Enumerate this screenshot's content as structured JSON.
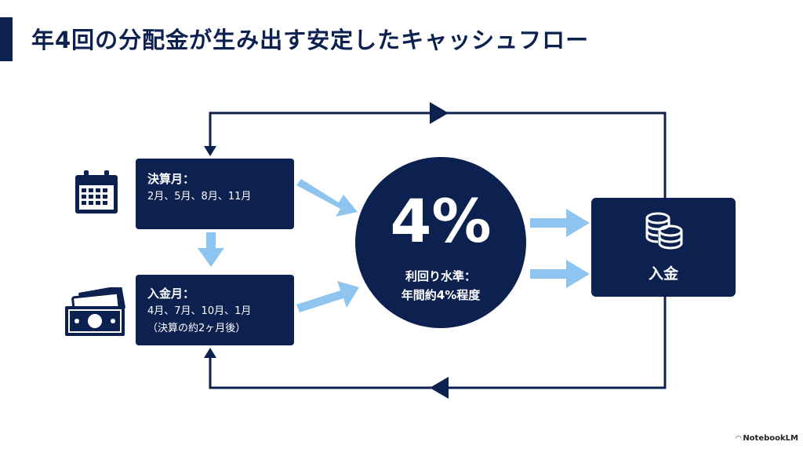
{
  "title": "年4回の分配金が生み出す安定したキャッシュフロー",
  "settlement": {
    "heading": "決算月：",
    "months": "2月、5月、8月、11月"
  },
  "payment": {
    "heading": "入金月：",
    "months": "4月、7月、10月、1月",
    "note": "（決算の約2ヶ月後）"
  },
  "yield": {
    "percent": "4%",
    "caption_line1": "利回り水準：",
    "caption_line2": "年間約4%程度"
  },
  "income": {
    "label": "入金"
  },
  "icons": {
    "calendar": "calendar-icon",
    "money": "money-stack-icon",
    "coins": "coins-icon"
  },
  "watermark": "NotebookLM",
  "colors": {
    "navy": "#0d2150",
    "light_arrow": "#8ec5f0",
    "white": "#ffffff"
  }
}
